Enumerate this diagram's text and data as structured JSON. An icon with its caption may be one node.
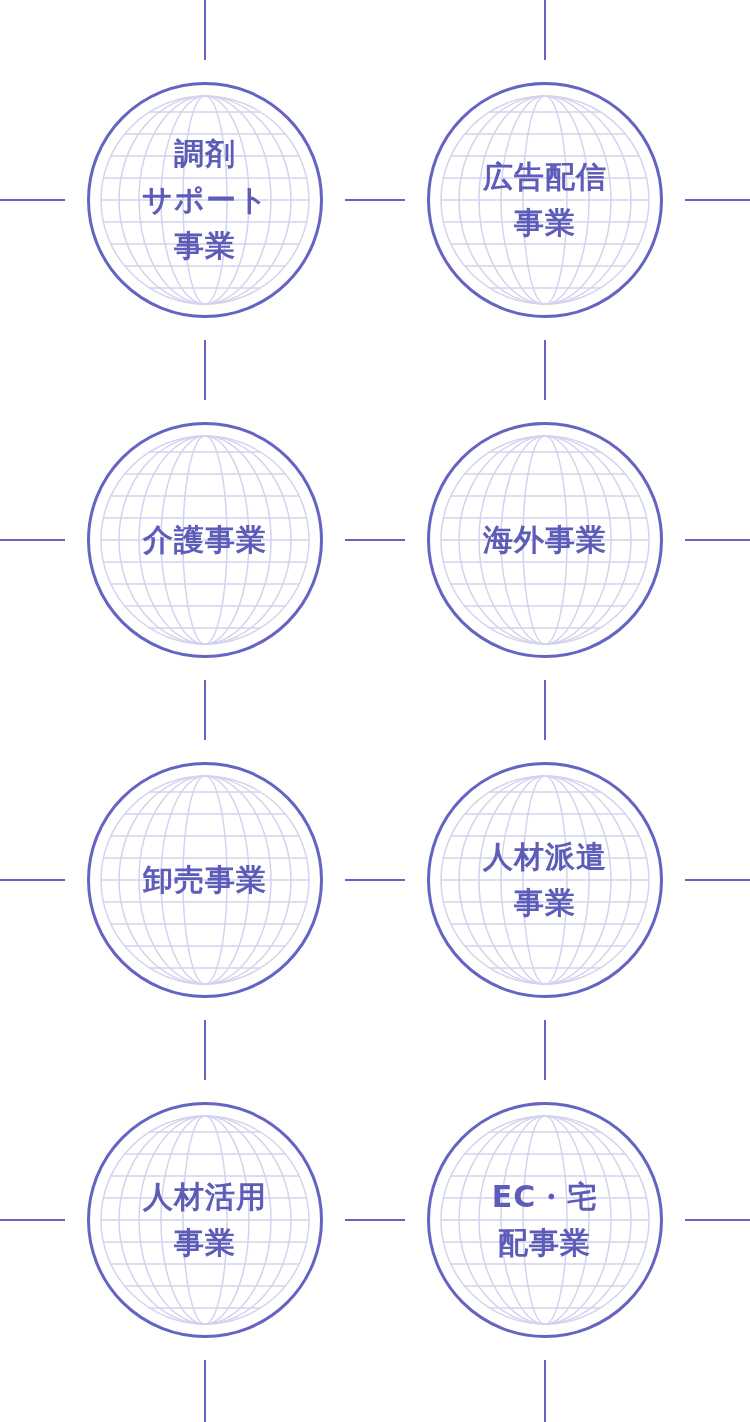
{
  "diagram": {
    "nodes": [
      {
        "text": [
          "調剤サポート事業"
        ]
      },
      {
        "text": [
          "広告配信事業"
        ]
      },
      {
        "text": [
          "介護事業"
        ]
      },
      {
        "text": [
          "海外事業"
        ]
      },
      {
        "text": [
          "卸売事業"
        ]
      },
      {
        "text": [
          "人材派遣事業"
        ]
      },
      {
        "text": [
          "人材活用事業"
        ]
      },
      {
        "text": [
          "EC・宅配事業"
        ]
      }
    ]
  }
}
